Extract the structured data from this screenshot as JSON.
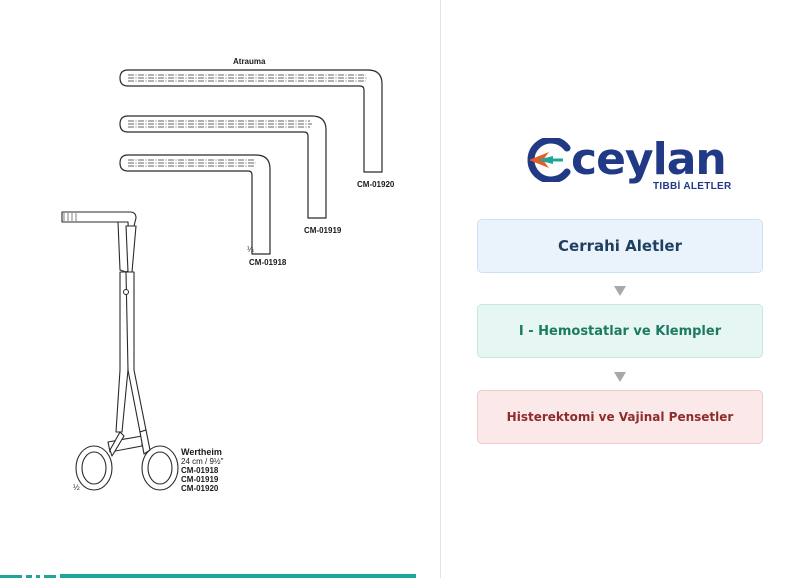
{
  "left_page": {
    "retractor_labels": {
      "atrauma": "Atrauma",
      "cm_01920": "CM-01920",
      "cm_01919": "CM-01919",
      "cm_01918": "CM-01918",
      "scale_quarter": "¼"
    },
    "forceps": {
      "name": "Wertheim",
      "size": "24 cm / 9½\"",
      "codes": [
        "CM-01918",
        "CM-01919",
        "CM-01920"
      ],
      "scale_half": "½"
    }
  },
  "right_page": {
    "logo": {
      "wordmark": "ceylan",
      "subtitle": "TIBBİ ALETLER",
      "colors": {
        "navy": "#223a86",
        "orange": "#f05a22",
        "teal": "#1ea597"
      }
    },
    "categories": [
      {
        "label": "Cerrahi Aletler",
        "color": "#1f3f5f"
      },
      {
        "label": "I - Hemostatlar ve Klempler",
        "color": "#1b7a62"
      },
      {
        "label": "Histerektomi ve Vajinal Pensetler",
        "color": "#8f2b2b"
      }
    ],
    "arrow_icon": "down-triangle-icon"
  },
  "footer": {
    "bar_color": "#1ea597"
  }
}
